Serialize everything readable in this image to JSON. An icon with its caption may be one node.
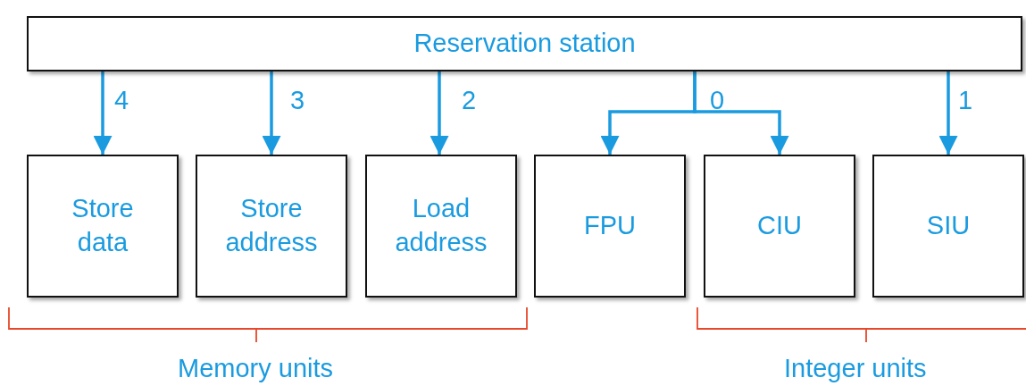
{
  "diagram": {
    "nodes": [
      {
        "text": [
          "Reservation station"
        ]
      },
      {
        "text": [
          "Store data"
        ]
      },
      {
        "text": [
          "Store address"
        ]
      },
      {
        "text": [
          "Load address"
        ]
      },
      {
        "text": [
          "FPU"
        ]
      },
      {
        "text": [
          "CIU"
        ]
      },
      {
        "text": [
          "SIU"
        ]
      }
    ],
    "edges": [
      {
        "from": 0,
        "to": 1,
        "arrow": "to",
        "label": "4"
      },
      {
        "from": 0,
        "to": 2,
        "arrow": "to",
        "label": "3"
      },
      {
        "from": 0,
        "to": 3,
        "arrow": "to",
        "label": "2"
      },
      {
        "from": 0,
        "to": 4,
        "arrow": "to",
        "label": "0"
      },
      {
        "from": 0,
        "to": 5,
        "arrow": "to"
      },
      {
        "from": 0,
        "to": 6,
        "arrow": "to",
        "label": "1"
      }
    ],
    "labels": [
      "Memory units",
      "Integer units"
    ]
  }
}
